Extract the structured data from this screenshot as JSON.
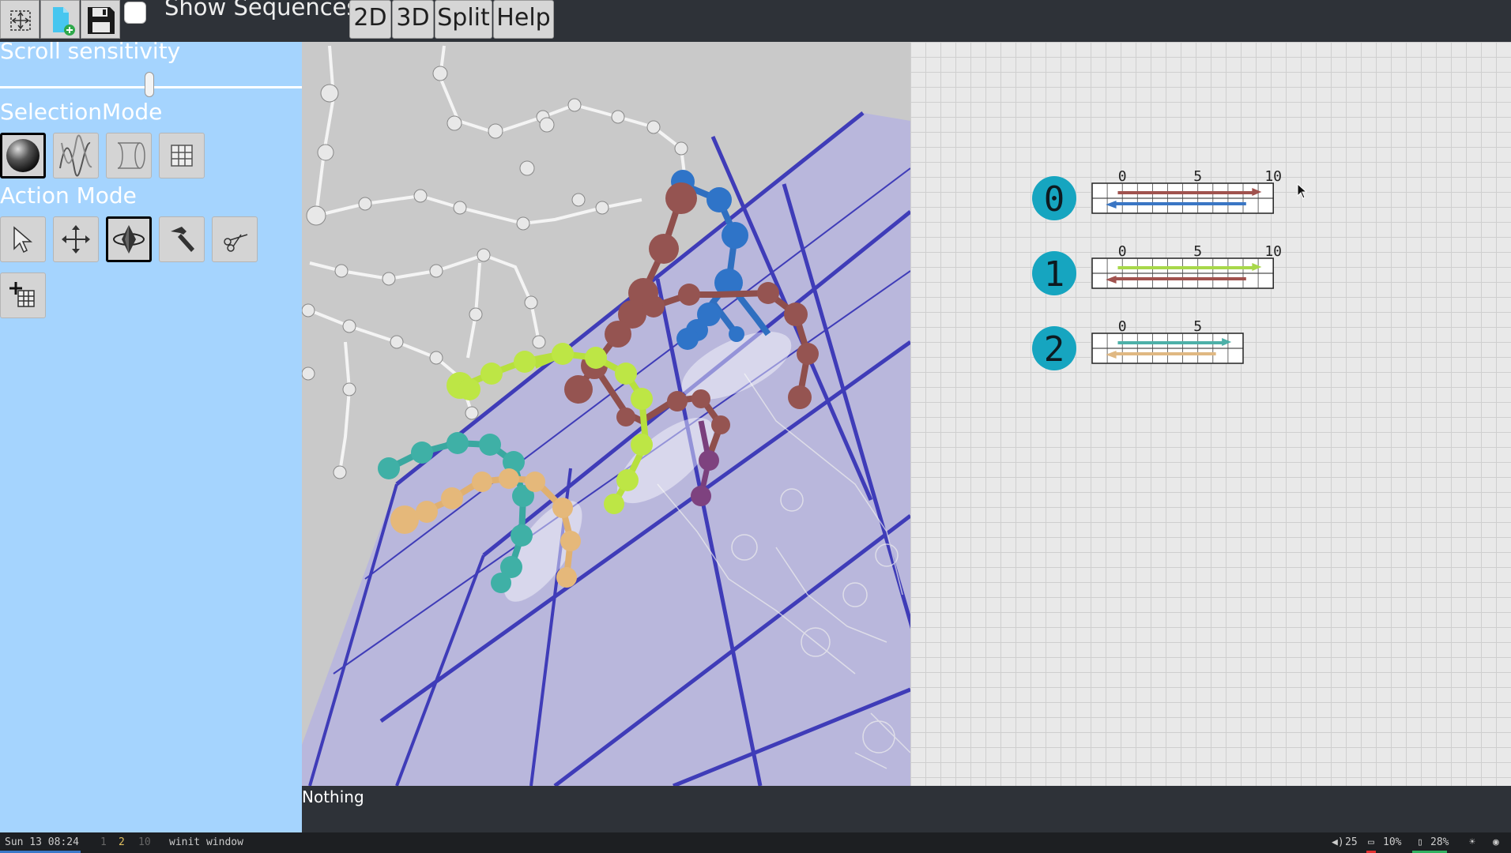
{
  "toolbar": {
    "checkbox_label": "Show Sequences",
    "btn_2d": "2D",
    "btn_3d": "3D",
    "btn_split": "Split",
    "btn_help": "Help"
  },
  "left_panel": {
    "scroll_label": "Scroll sensitivity",
    "scroll_value": 0.5,
    "selection_label": "SelectionMode",
    "action_label": "Action Mode"
  },
  "design_2d": {
    "helices": [
      {
        "id": "0",
        "ticks": [
          "0",
          "5",
          "10"
        ]
      },
      {
        "id": "1",
        "ticks": [
          "0",
          "5",
          "10"
        ]
      },
      {
        "id": "2",
        "ticks": [
          "0",
          "5"
        ]
      }
    ],
    "strand_colors": [
      "#a0524e",
      "#3a76c4",
      "#a8d84a",
      "#4db0a8",
      "#e0b882"
    ]
  },
  "status": {
    "message": "Nothing"
  },
  "taskbar": {
    "datetime": "Sun 13 08:24",
    "ws1": "1",
    "ws2": "2",
    "ws3": "10",
    "window_title": "winit window",
    "volume": "25",
    "cpu": "10%",
    "mem": "28%"
  }
}
